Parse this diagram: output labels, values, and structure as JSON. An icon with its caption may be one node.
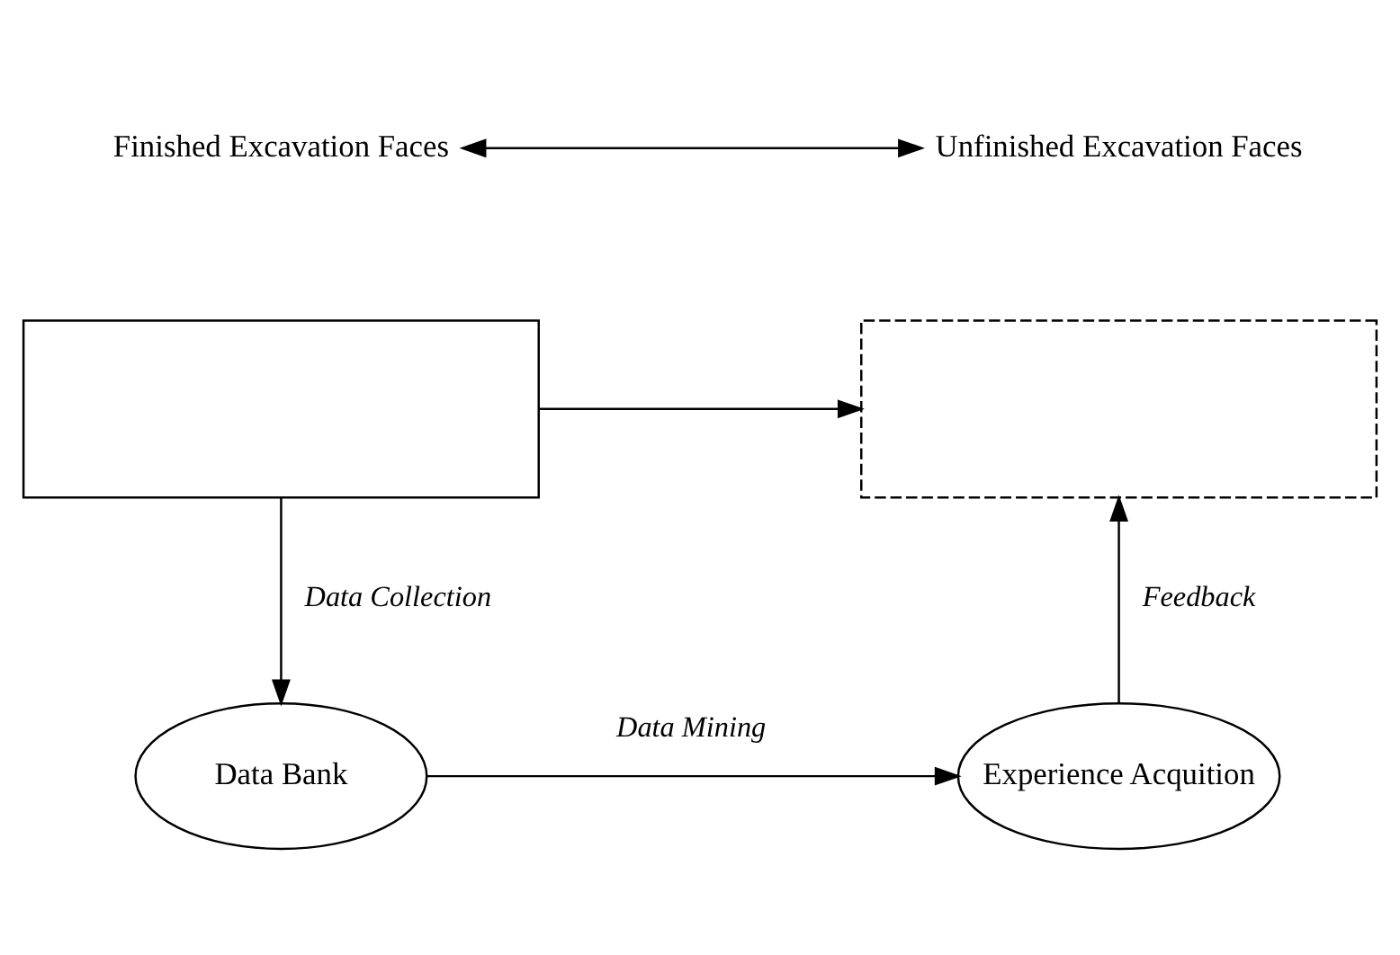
{
  "diagram": {
    "nodes": [
      {
        "text": [
          "Finished Excavation Faces"
        ]
      },
      {
        "text": [
          "Unfinished Excavation Faces"
        ]
      },
      {
        "text": [],
        "shape": "box"
      },
      {
        "text": [],
        "shape": "box"
      },
      {
        "text": [
          "Data Bank"
        ]
      },
      {
        "text": [
          "Experience Acquition"
        ]
      }
    ],
    "edges": [
      {
        "from": 0,
        "to": 1,
        "arrow": "both"
      },
      {
        "from": 2,
        "to": 3,
        "arrow": "to"
      },
      {
        "from": 2,
        "to": 4,
        "arrow": "to",
        "label": "Data Collection"
      },
      {
        "from": 4,
        "to": 5,
        "arrow": "to",
        "label": "Data Mining"
      },
      {
        "from": 5,
        "to": 3,
        "arrow": "to",
        "label": "Feedback"
      }
    ]
  }
}
